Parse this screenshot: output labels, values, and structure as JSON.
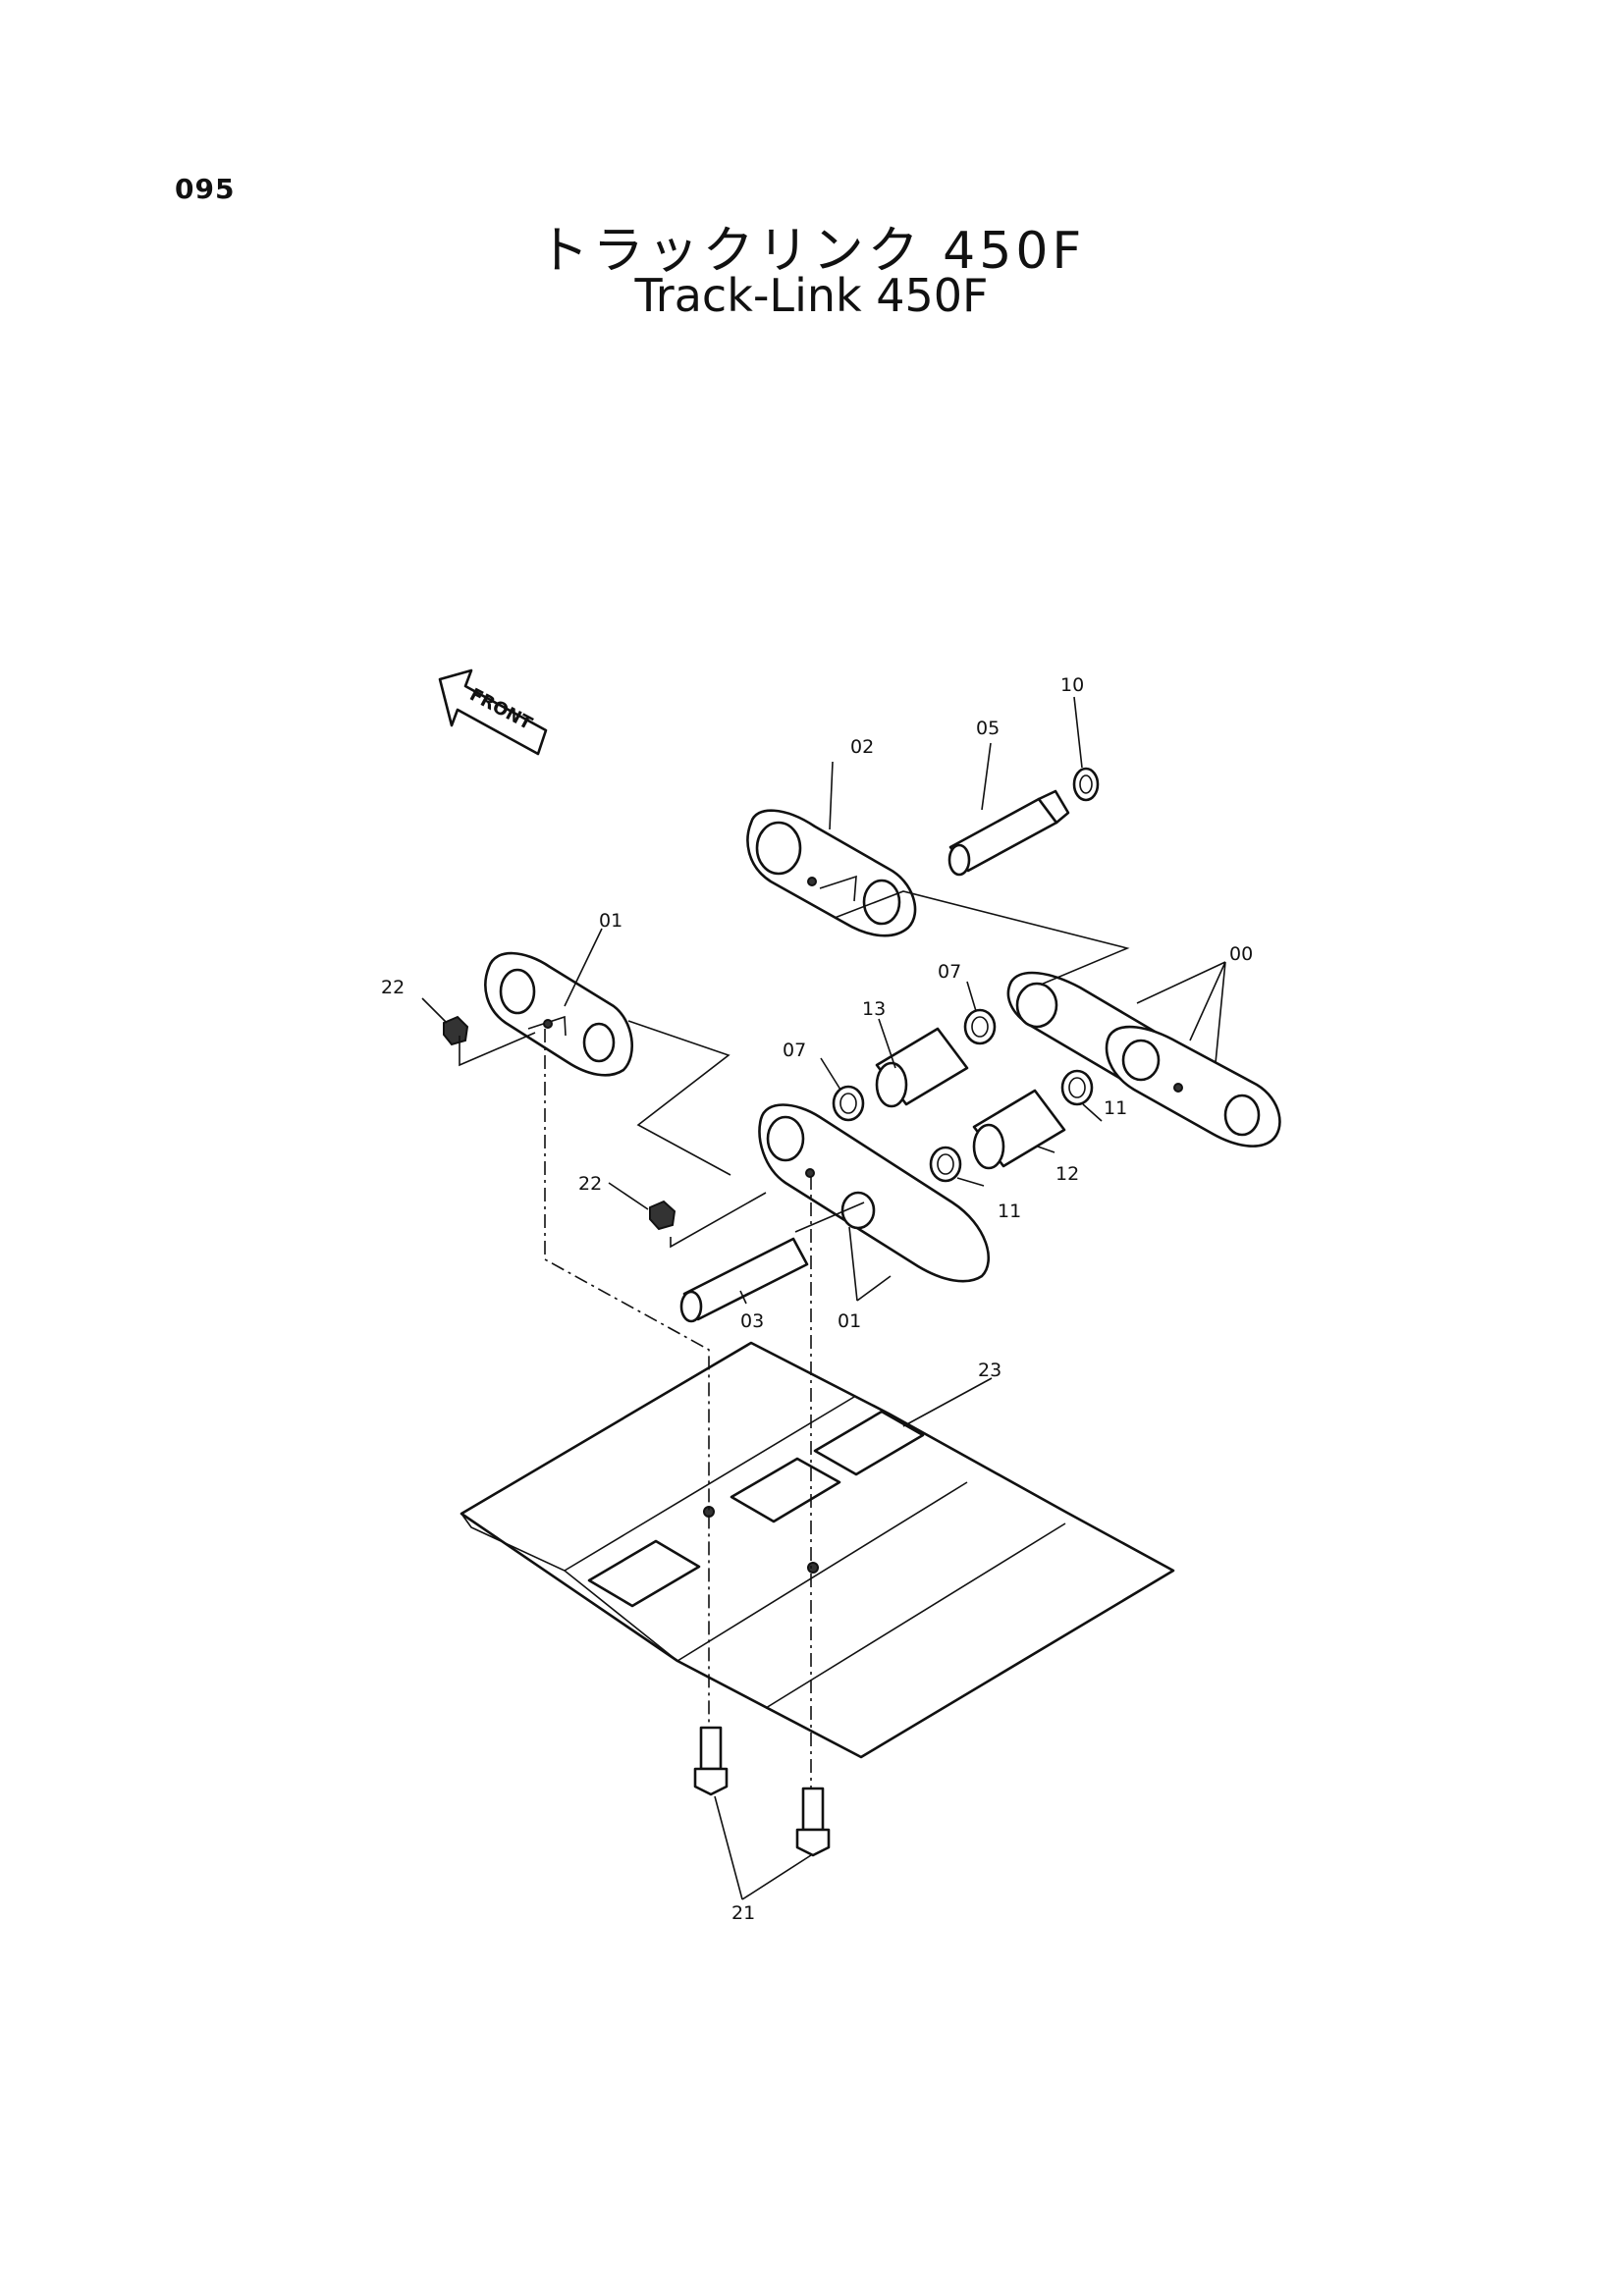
{
  "page": {
    "number": "095",
    "title_jp": "トラックリンク 450F",
    "title_en": "Track-Link 450F"
  },
  "front_marker": "FRONT",
  "labels": {
    "l00": "00",
    "l01a": "01",
    "l01b": "01",
    "l02": "02",
    "l03": "03",
    "l05": "05",
    "l07a": "07",
    "l07b": "07",
    "l10": "10",
    "l11a": "11",
    "l11b": "11",
    "l12": "12",
    "l13": "13",
    "l21": "21",
    "l22a": "22",
    "l22b": "22",
    "l23": "23"
  }
}
